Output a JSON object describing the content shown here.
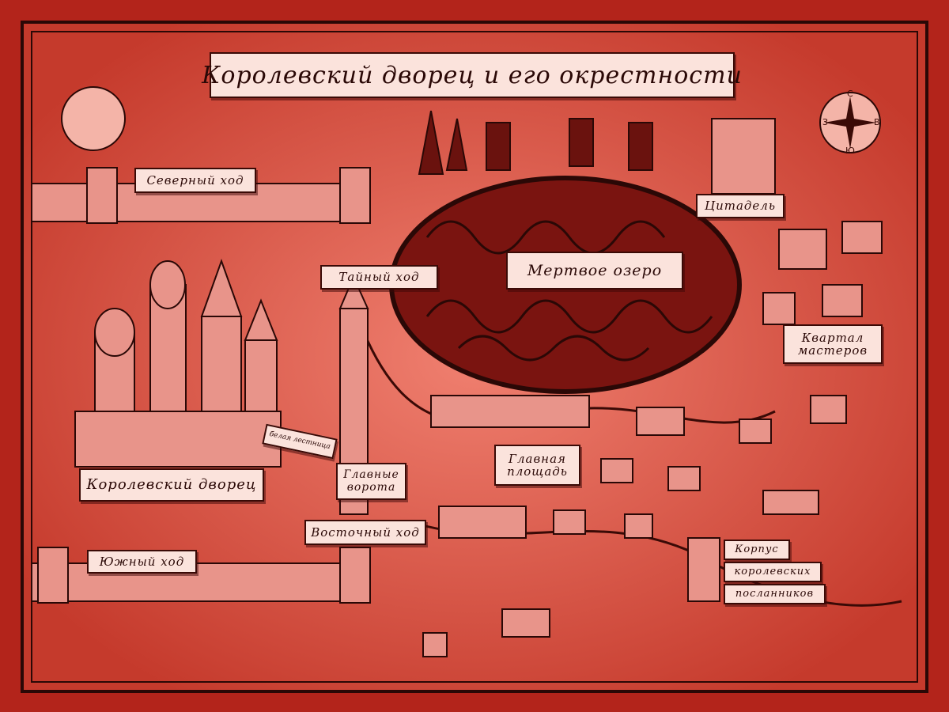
{
  "title": "Королевский дворец и его окрестности",
  "labels": {
    "north_passage": "Северный ход",
    "secret_passage": "Тайный ход",
    "dead_lake": "Мертвое озеро",
    "citadel": "Цитадель",
    "craftsmen_quarter_1": "Квартал",
    "craftsmen_quarter_2": "мастеров",
    "white_stairs": "белая лестница",
    "main_gate_1": "Главные",
    "main_gate_2": "ворота",
    "main_square_1": "Главная",
    "main_square_2": "площадь",
    "royal_palace": "Королевский дворец",
    "east_passage": "Восточный ход",
    "south_passage": "Южный ход",
    "envoys_1": "Корпус",
    "envoys_2": "королевских",
    "envoys_3": "посланников"
  },
  "compass": {
    "north": "С",
    "east": "В",
    "south": "Ю",
    "west": "З"
  },
  "colors": {
    "background": "#b3241b",
    "parchment": "#fbe3dc",
    "ink": "#2a0806",
    "field": "#e05a48"
  }
}
